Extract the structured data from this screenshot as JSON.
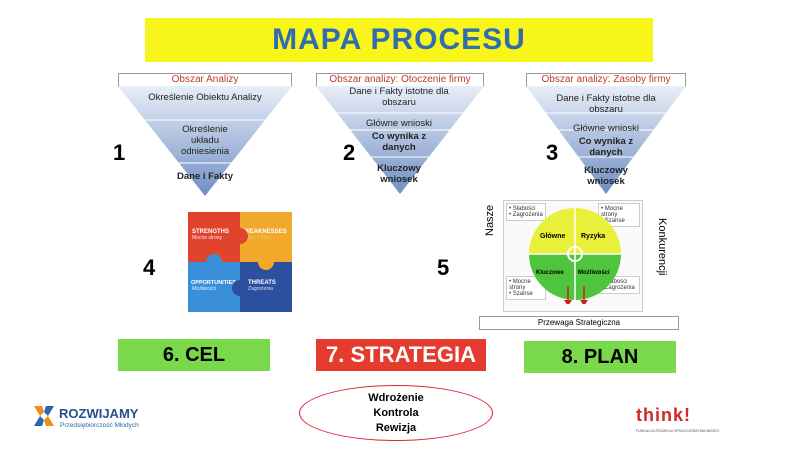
{
  "title": "MAPA PROCESU",
  "funnels": [
    {
      "number": "1",
      "header": "Obszar Analizy",
      "levels": [
        "Określenie Obiektu Analizy",
        "Określenie układu odniesienia",
        "Dane i Fakty"
      ]
    },
    {
      "number": "2",
      "header": "Obszar analizy: Otoczenie firmy",
      "levels": [
        "Dane i Fakty istotne dla obszaru",
        "Główne wnioski",
        "Co wynika z danych",
        "Kluczowy wniosek"
      ]
    },
    {
      "number": "3",
      "header": "Obszar analizy: Zasoby firmy",
      "levels": [
        "Dane i Fakty istotne dla obszaru",
        "Główne wnioski",
        "Co wynika z danych",
        "Kluczowy wniosek"
      ]
    }
  ],
  "step4": {
    "number": "4",
    "puzzle": [
      {
        "title": "Strengths",
        "subtitle": "Mocne strony",
        "color": "#e0442c"
      },
      {
        "title": "Weaknesses",
        "subtitle": "Słabe strony",
        "color": "#f2a82a"
      },
      {
        "title": "Opportunities",
        "subtitle": "Możliwości",
        "color": "#3a8fd9"
      },
      {
        "title": "Threats",
        "subtitle": "Zagrożenia",
        "color": "#2c4f9e"
      }
    ]
  },
  "step5": {
    "number": "5",
    "left_label": "Nasze",
    "right_label": "Konkurencji",
    "quadrants": [
      "Główne",
      "Ryzyka",
      "Kluczowe",
      "Możliwości"
    ],
    "notes_tl": [
      "• Słabości",
      "• Zagrożenia"
    ],
    "notes_tr": [
      "• Mocne strony",
      "• Szanse"
    ],
    "notes_bl": [
      "• Mocne strony",
      "• Szanse"
    ],
    "notes_br": [
      "• Słabości",
      "• Zagrożenia"
    ],
    "footer": "Przewaga Strategiczna"
  },
  "boxes": {
    "cel": "6. CEL",
    "strategia": "7. STRATEGIA",
    "plan": "8. PLAN"
  },
  "ellipse": [
    "Wdrożenie",
    "Kontrola",
    "Rewizja"
  ],
  "logo_left": {
    "name": "ROZWIJAMY",
    "tagline": "Przedsiębiorczość Młodych"
  },
  "logo_right": {
    "name": "think!",
    "tagline": "FUNDACJA ROZWOJU SPOŁECZEŃSTWA WIEDZY"
  },
  "colors": {
    "title_bg": "#f7f51a",
    "title_text": "#2f6db0",
    "green": "#7ad94a",
    "red": "#e53a2e"
  }
}
